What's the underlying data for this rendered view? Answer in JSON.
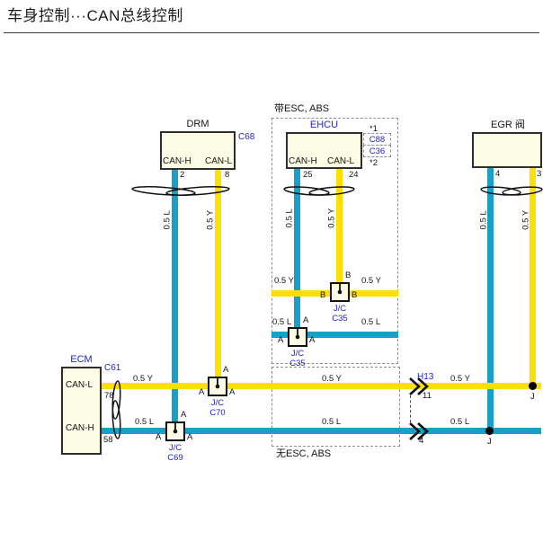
{
  "title": "车身控制···CAN总线控制",
  "groups": {
    "with_esc_abs": "带ESC, ABS",
    "without_esc_abs": "无ESC, ABS"
  },
  "wire_labels": {
    "yellow": "0.5 Y",
    "blue": "0.5 L"
  },
  "components": {
    "drm": {
      "name": "DRM",
      "connector": "C68",
      "can_h_label": "CAN-H",
      "can_h_pin": "2",
      "can_l_label": "CAN-L",
      "can_l_pin": "8"
    },
    "ehcu": {
      "name": "EHCU",
      "note_1": "*1",
      "note_2": "*2",
      "connector_option_1": "C88",
      "connector_option_2": "C36",
      "can_h_label": "CAN-H",
      "can_h_pin": "25",
      "can_l_label": "CAN-L",
      "can_l_pin": "24"
    },
    "egr": {
      "name": "EGR 阀",
      "can_h_pin": "4",
      "can_l_pin": "3"
    },
    "ecm": {
      "name": "ECM",
      "connector": "C61",
      "can_l_label": "CAN-L",
      "can_l_pin": "78",
      "can_h_label": "CAN-H",
      "can_h_pin": "58"
    }
  },
  "junction_blocks": {
    "c70": {
      "label": "J/C",
      "ref": "C70",
      "pin_letter": "A"
    },
    "c69": {
      "label": "J/C",
      "ref": "C69",
      "pin_letter": "A"
    },
    "c35_yellow": {
      "label": "J/C",
      "ref": "C35",
      "pin_letter": "B"
    },
    "c35_blue": {
      "label": "J/C",
      "ref": "C35",
      "pin_letter": "A"
    }
  },
  "harness_connector": {
    "name": "H13",
    "yellow_pin": "11",
    "blue_pin": "4"
  },
  "splice_label": "J",
  "colors": {
    "yellow_wire": "#ffdf00",
    "blue_wire": "#18a0c8",
    "reference_text": "#2323cc",
    "component_fill": "#fcfce6"
  }
}
